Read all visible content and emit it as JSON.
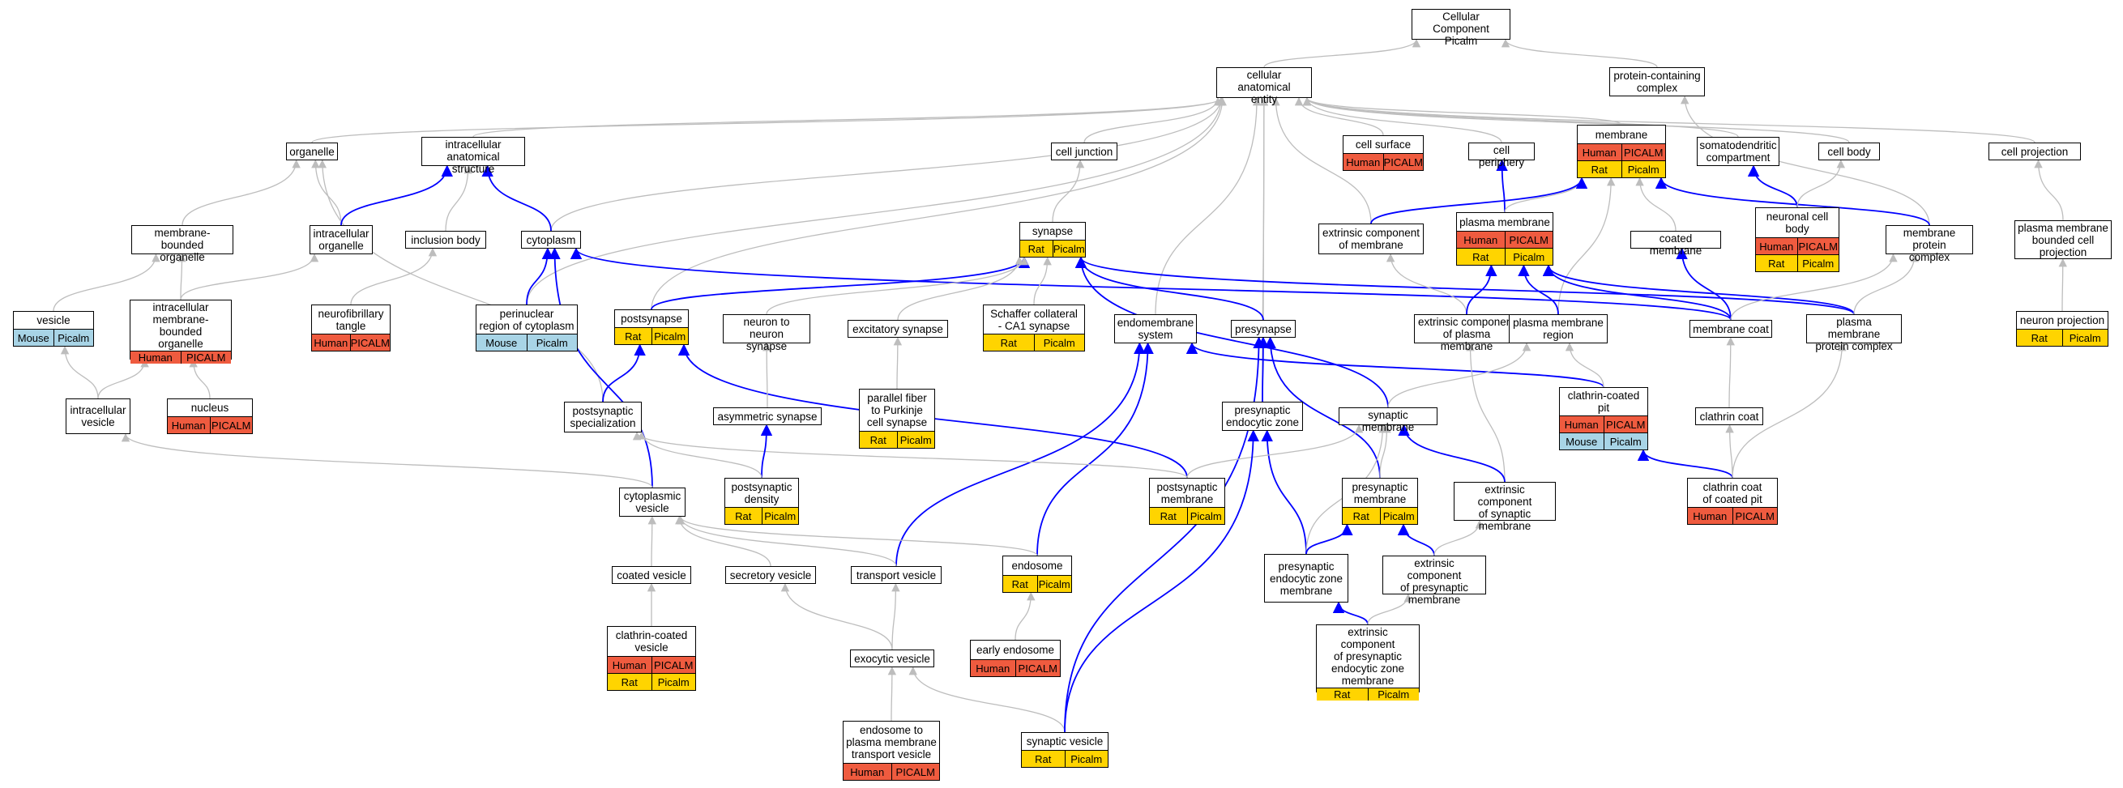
{
  "colors": {
    "is_a_edge": "#bdbdbd",
    "part_of_edge": "#0000ff",
    "Human": "#ef5b3f",
    "Rat": "#ffd400",
    "Mouse": "#a8d4e6"
  },
  "nodes": [
    {
      "id": "cc",
      "label": "Cellular Component\nPicalm",
      "rows": []
    },
    {
      "id": "cae",
      "label": "cellular anatomical\nentity",
      "rows": []
    },
    {
      "id": "pcc",
      "label": "protein-containing\ncomplex",
      "rows": []
    },
    {
      "id": "organelle",
      "label": "organelle",
      "rows": []
    },
    {
      "id": "ias",
      "label": "intracellular\nanatomical structure",
      "rows": []
    },
    {
      "id": "celljunction",
      "label": "cell junction",
      "rows": []
    },
    {
      "id": "cellsurface",
      "label": "cell surface",
      "rows": [
        [
          "Human",
          "PICALM"
        ]
      ]
    },
    {
      "id": "cellperiphery",
      "label": "cell periphery",
      "rows": []
    },
    {
      "id": "membrane",
      "label": "membrane",
      "rows": [
        [
          "Human",
          "PICALM"
        ],
        [
          "Rat",
          "Picalm"
        ]
      ]
    },
    {
      "id": "somato",
      "label": "somatodendritic\ncompartment",
      "rows": []
    },
    {
      "id": "cellbody",
      "label": "cell body",
      "rows": []
    },
    {
      "id": "cellproj",
      "label": "cell projection",
      "rows": []
    },
    {
      "id": "mbo",
      "label": "membrane-bounded\norganelle",
      "rows": []
    },
    {
      "id": "intraorg",
      "label": "intracellular\norganelle",
      "rows": []
    },
    {
      "id": "inclusion",
      "label": "inclusion body",
      "rows": []
    },
    {
      "id": "cytoplasm",
      "label": "cytoplasm",
      "rows": []
    },
    {
      "id": "synapse",
      "label": "synapse",
      "rows": [
        [
          "Rat",
          "Picalm"
        ]
      ]
    },
    {
      "id": "extcompmem",
      "label": "extrinsic component\nof membrane",
      "rows": []
    },
    {
      "id": "plasmamem",
      "label": "plasma membrane",
      "rows": [
        [
          "Human",
          "PICALM"
        ],
        [
          "Rat",
          "Picalm"
        ]
      ]
    },
    {
      "id": "coatedmem",
      "label": "coated membrane",
      "rows": []
    },
    {
      "id": "neuronalcellbody",
      "label": "neuronal cell\nbody",
      "rows": [
        [
          "Human",
          "PICALM"
        ],
        [
          "Rat",
          "Picalm"
        ]
      ]
    },
    {
      "id": "memprotcomplex",
      "label": "membrane protein\ncomplex",
      "rows": []
    },
    {
      "id": "pmbcp",
      "label": "plasma membrane\nbounded cell\nprojection",
      "rows": []
    },
    {
      "id": "vesicle",
      "label": "vesicle",
      "rows": [
        [
          "Mouse",
          "Picalm"
        ]
      ]
    },
    {
      "id": "imbo",
      "label": "intracellular\nmembrane-bounded\norganelle",
      "rows": [
        [
          "Human",
          "PICALM"
        ]
      ]
    },
    {
      "id": "nft",
      "label": "neurofibrillary\ntangle",
      "rows": [
        [
          "Human",
          "PICALM"
        ]
      ]
    },
    {
      "id": "perinuclear",
      "label": "perinuclear\nregion of cytoplasm",
      "rows": [
        [
          "Mouse",
          "Picalm"
        ]
      ]
    },
    {
      "id": "postsynapse",
      "label": "postsynapse",
      "rows": [
        [
          "Rat",
          "Picalm"
        ]
      ]
    },
    {
      "id": "n2n",
      "label": "neuron to neuron\nsynapse",
      "rows": []
    },
    {
      "id": "excit",
      "label": "excitatory synapse",
      "rows": []
    },
    {
      "id": "schaffer",
      "label": "Schaffer collateral\n- CA1 synapse",
      "rows": [
        [
          "Rat",
          "Picalm"
        ]
      ]
    },
    {
      "id": "endomem",
      "label": "endomembrane\nsystem",
      "rows": []
    },
    {
      "id": "presynapse",
      "label": "presynapse",
      "rows": []
    },
    {
      "id": "extcomppm",
      "label": "extrinsic component\nof plasma membrane",
      "rows": []
    },
    {
      "id": "pmregion",
      "label": "plasma membrane\nregion",
      "rows": []
    },
    {
      "id": "memcoat",
      "label": "membrane coat",
      "rows": []
    },
    {
      "id": "pmpc",
      "label": "plasma membrane\nprotein complex",
      "rows": []
    },
    {
      "id": "neuronproj",
      "label": "neuron projection",
      "rows": [
        [
          "Rat",
          "Picalm"
        ]
      ]
    },
    {
      "id": "nucleus",
      "label": "nucleus",
      "rows": [
        [
          "Human",
          "PICALM"
        ]
      ]
    },
    {
      "id": "intravesicle",
      "label": "intracellular\nvesicle",
      "rows": []
    },
    {
      "id": "postspec",
      "label": "postsynaptic\nspecialization",
      "rows": []
    },
    {
      "id": "asym",
      "label": "asymmetric synapse",
      "rows": []
    },
    {
      "id": "parallel",
      "label": "parallel fiber\nto Purkinje\ncell synapse",
      "rows": [
        [
          "Rat",
          "Picalm"
        ]
      ]
    },
    {
      "id": "presynendo",
      "label": "presynaptic\nendocytic zone",
      "rows": []
    },
    {
      "id": "synmem",
      "label": "synaptic membrane",
      "rows": []
    },
    {
      "id": "ccpit",
      "label": "clathrin-coated\npit",
      "rows": [
        [
          "Human",
          "PICALM"
        ],
        [
          "Mouse",
          "Picalm"
        ]
      ]
    },
    {
      "id": "clathrincoat",
      "label": "clathrin coat",
      "rows": []
    },
    {
      "id": "psd",
      "label": "postsynaptic\ndensity",
      "rows": [
        [
          "Rat",
          "Picalm"
        ]
      ]
    },
    {
      "id": "cytovesicle",
      "label": "cytoplasmic\nvesicle",
      "rows": []
    },
    {
      "id": "postsynmem",
      "label": "postsynaptic\nmembrane",
      "rows": [
        [
          "Rat",
          "Picalm"
        ]
      ]
    },
    {
      "id": "presynmem",
      "label": "presynaptic\nmembrane",
      "rows": [
        [
          "Rat",
          "Picalm"
        ]
      ]
    },
    {
      "id": "extcompsynmem",
      "label": "extrinsic component\nof synaptic\nmembrane",
      "rows": []
    },
    {
      "id": "ccoatpit",
      "label": "clathrin coat\nof coated pit",
      "rows": [
        [
          "Human",
          "PICALM"
        ]
      ]
    },
    {
      "id": "coatedves",
      "label": "coated vesicle",
      "rows": []
    },
    {
      "id": "secves",
      "label": "secretory vesicle",
      "rows": []
    },
    {
      "id": "transves",
      "label": "transport vesicle",
      "rows": []
    },
    {
      "id": "endosome",
      "label": "endosome",
      "rows": [
        [
          "Rat",
          "Picalm"
        ]
      ]
    },
    {
      "id": "presynendomem",
      "label": "presynaptic\nendocytic zone\nmembrane",
      "rows": []
    },
    {
      "id": "extcomppresyn",
      "label": "extrinsic component\nof presynaptic\nmembrane",
      "rows": []
    },
    {
      "id": "ccves",
      "label": "clathrin-coated\nvesicle",
      "rows": [
        [
          "Human",
          "PICALM"
        ],
        [
          "Rat",
          "Picalm"
        ]
      ]
    },
    {
      "id": "earlyendo",
      "label": "early endosome",
      "rows": [
        [
          "Human",
          "PICALM"
        ]
      ]
    },
    {
      "id": "exocytic",
      "label": "exocytic vesicle",
      "rows": []
    },
    {
      "id": "extcompendo",
      "label": "extrinsic component\nof presynaptic\nendocytic zone\nmembrane",
      "rows": [
        [
          "Rat",
          "Picalm"
        ]
      ]
    },
    {
      "id": "e2pm",
      "label": "endosome to\nplasma membrane\ntransport vesicle",
      "rows": [
        [
          "Human",
          "PICALM"
        ]
      ]
    },
    {
      "id": "synves",
      "label": "synaptic vesicle",
      "rows": [
        [
          "Rat",
          "Picalm"
        ]
      ]
    }
  ],
  "edges": [
    {
      "from": "cae",
      "to": "cc",
      "type": "is_a"
    },
    {
      "from": "pcc",
      "to": "cc",
      "type": "is_a"
    },
    {
      "from": "organelle",
      "to": "cae",
      "type": "is_a"
    },
    {
      "from": "ias",
      "to": "cae",
      "type": "is_a"
    },
    {
      "from": "celljunction",
      "to": "cae",
      "type": "is_a"
    },
    {
      "from": "cellsurface",
      "to": "cae",
      "type": "is_a"
    },
    {
      "from": "cellperiphery",
      "to": "cae",
      "type": "is_a"
    },
    {
      "from": "membrane",
      "to": "cae",
      "type": "is_a"
    },
    {
      "from": "somato",
      "to": "cae",
      "type": "is_a"
    },
    {
      "from": "cellbody",
      "to": "cae",
      "type": "is_a"
    },
    {
      "from": "cellproj",
      "to": "cae",
      "type": "is_a"
    },
    {
      "from": "cytoplasm",
      "to": "cae",
      "type": "is_a"
    },
    {
      "from": "postsynapse",
      "to": "cae",
      "type": "is_a"
    },
    {
      "from": "endomem",
      "to": "cae",
      "type": "is_a"
    },
    {
      "from": "presynapse",
      "to": "cae",
      "type": "is_a"
    },
    {
      "from": "presynendo",
      "to": "cae",
      "type": "is_a"
    },
    {
      "from": "extcompmem",
      "to": "cae",
      "type": "is_a"
    },
    {
      "from": "perinuclear",
      "to": "cae",
      "type": "is_a"
    },
    {
      "from": "memprotcomplex",
      "to": "pcc",
      "type": "is_a"
    },
    {
      "from": "mbo",
      "to": "organelle",
      "type": "is_a"
    },
    {
      "from": "intraorg",
      "to": "organelle",
      "type": "is_a"
    },
    {
      "from": "postspec",
      "to": "organelle",
      "type": "is_a"
    },
    {
      "from": "intraorg",
      "to": "ias",
      "type": "part_of"
    },
    {
      "from": "inclusion",
      "to": "ias",
      "type": "is_a"
    },
    {
      "from": "cytoplasm",
      "to": "ias",
      "type": "part_of"
    },
    {
      "from": "synapse",
      "to": "celljunction",
      "type": "is_a"
    },
    {
      "from": "plasmamem",
      "to": "cellperiphery",
      "type": "part_of"
    },
    {
      "from": "plasmamem",
      "to": "membrane",
      "type": "is_a"
    },
    {
      "from": "extcompmem",
      "to": "membrane",
      "type": "part_of"
    },
    {
      "from": "coatedmem",
      "to": "membrane",
      "type": "is_a"
    },
    {
      "from": "memprotcomplex",
      "to": "membrane",
      "type": "part_of"
    },
    {
      "from": "pmregion",
      "to": "membrane",
      "type": "is_a"
    },
    {
      "from": "neuronalcellbody",
      "to": "somato",
      "type": "part_of"
    },
    {
      "from": "neuronalcellbody",
      "to": "cellbody",
      "type": "is_a"
    },
    {
      "from": "pmbcp",
      "to": "cellproj",
      "type": "is_a"
    },
    {
      "from": "vesicle",
      "to": "mbo",
      "type": "is_a"
    },
    {
      "from": "imbo",
      "to": "mbo",
      "type": "is_a"
    },
    {
      "from": "imbo",
      "to": "intraorg",
      "type": "is_a"
    },
    {
      "from": "nft",
      "to": "inclusion",
      "type": "is_a"
    },
    {
      "from": "perinuclear",
      "to": "cytoplasm",
      "type": "part_of"
    },
    {
      "from": "cytovesicle",
      "to": "cytoplasm",
      "type": "part_of"
    },
    {
      "from": "memcoat",
      "to": "cytoplasm",
      "type": "part_of"
    },
    {
      "from": "postsynapse",
      "to": "synapse",
      "type": "part_of"
    },
    {
      "from": "n2n",
      "to": "synapse",
      "type": "is_a"
    },
    {
      "from": "excit",
      "to": "synapse",
      "type": "is_a"
    },
    {
      "from": "schaffer",
      "to": "synapse",
      "type": "is_a"
    },
    {
      "from": "presynapse",
      "to": "synapse",
      "type": "part_of"
    },
    {
      "from": "synmem",
      "to": "synapse",
      "type": "part_of"
    },
    {
      "from": "pmpc",
      "to": "synapse",
      "type": "part_of"
    },
    {
      "from": "extcomppm",
      "to": "extcompmem",
      "type": "is_a"
    },
    {
      "from": "extcomppm",
      "to": "plasmamem",
      "type": "part_of"
    },
    {
      "from": "pmregion",
      "to": "plasmamem",
      "type": "part_of"
    },
    {
      "from": "memcoat",
      "to": "plasmamem",
      "type": "part_of"
    },
    {
      "from": "pmpc",
      "to": "plasmamem",
      "type": "part_of"
    },
    {
      "from": "memcoat",
      "to": "coatedmem",
      "type": "part_of"
    },
    {
      "from": "memcoat",
      "to": "memprotcomplex",
      "type": "is_a"
    },
    {
      "from": "pmpc",
      "to": "memprotcomplex",
      "type": "is_a"
    },
    {
      "from": "neuronproj",
      "to": "pmbcp",
      "type": "is_a"
    },
    {
      "from": "intravesicle",
      "to": "vesicle",
      "type": "is_a"
    },
    {
      "from": "intravesicle",
      "to": "imbo",
      "type": "is_a"
    },
    {
      "from": "nucleus",
      "to": "imbo",
      "type": "is_a"
    },
    {
      "from": "postspec",
      "to": "postsynapse",
      "type": "part_of"
    },
    {
      "from": "postsynmem",
      "to": "postsynapse",
      "type": "part_of"
    },
    {
      "from": "asym",
      "to": "n2n",
      "type": "is_a"
    },
    {
      "from": "parallel",
      "to": "excit",
      "type": "is_a"
    },
    {
      "from": "transves",
      "to": "endomem",
      "type": "part_of"
    },
    {
      "from": "endosome",
      "to": "endomem",
      "type": "part_of"
    },
    {
      "from": "ccpit",
      "to": "endomem",
      "type": "part_of"
    },
    {
      "from": "presynendo",
      "to": "presynapse",
      "type": "part_of"
    },
    {
      "from": "presynmem",
      "to": "presynapse",
      "type": "part_of"
    },
    {
      "from": "synves",
      "to": "presynapse",
      "type": "part_of"
    },
    {
      "from": "extcompsynmem",
      "to": "extcomppm",
      "type": "is_a"
    },
    {
      "from": "synmem",
      "to": "pmregion",
      "type": "is_a"
    },
    {
      "from": "ccpit",
      "to": "pmregion",
      "type": "is_a"
    },
    {
      "from": "clathrincoat",
      "to": "memcoat",
      "type": "is_a"
    },
    {
      "from": "ccoatpit",
      "to": "pmpc",
      "type": "is_a"
    },
    {
      "from": "cytovesicle",
      "to": "intravesicle",
      "type": "is_a"
    },
    {
      "from": "postsynmem",
      "to": "postspec",
      "type": "is_a"
    },
    {
      "from": "psd",
      "to": "asym",
      "type": "part_of"
    },
    {
      "from": "psd",
      "to": "postspec",
      "type": "is_a"
    },
    {
      "from": "presynendomem",
      "to": "presynendo",
      "type": "part_of"
    },
    {
      "from": "postsynmem",
      "to": "synmem",
      "type": "is_a"
    },
    {
      "from": "presynmem",
      "to": "synmem",
      "type": "is_a"
    },
    {
      "from": "extcompsynmem",
      "to": "synmem",
      "type": "part_of"
    },
    {
      "from": "presynendomem",
      "to": "synmem",
      "type": "is_a"
    },
    {
      "from": "ccoatpit",
      "to": "ccpit",
      "type": "part_of"
    },
    {
      "from": "ccoatpit",
      "to": "clathrincoat",
      "type": "is_a"
    },
    {
      "from": "coatedves",
      "to": "cytovesicle",
      "type": "is_a"
    },
    {
      "from": "secves",
      "to": "cytovesicle",
      "type": "is_a"
    },
    {
      "from": "transves",
      "to": "cytovesicle",
      "type": "is_a"
    },
    {
      "from": "endosome",
      "to": "cytovesicle",
      "type": "is_a"
    },
    {
      "from": "presynendomem",
      "to": "presynmem",
      "type": "part_of"
    },
    {
      "from": "extcomppresyn",
      "to": "presynmem",
      "type": "part_of"
    },
    {
      "from": "extcomppresyn",
      "to": "extcompsynmem",
      "type": "is_a"
    },
    {
      "from": "ccves",
      "to": "coatedves",
      "type": "is_a"
    },
    {
      "from": "earlyendo",
      "to": "endosome",
      "type": "is_a"
    },
    {
      "from": "exocytic",
      "to": "secves",
      "type": "is_a"
    },
    {
      "from": "exocytic",
      "to": "transves",
      "type": "is_a"
    },
    {
      "from": "extcompendo",
      "to": "presynendomem",
      "type": "part_of"
    },
    {
      "from": "extcompendo",
      "to": "extcomppresyn",
      "type": "is_a"
    },
    {
      "from": "e2pm",
      "to": "exocytic",
      "type": "is_a"
    },
    {
      "from": "synves",
      "to": "exocytic",
      "type": "is_a"
    },
    {
      "from": "synves",
      "to": "presynendo",
      "type": "part_of"
    }
  ]
}
